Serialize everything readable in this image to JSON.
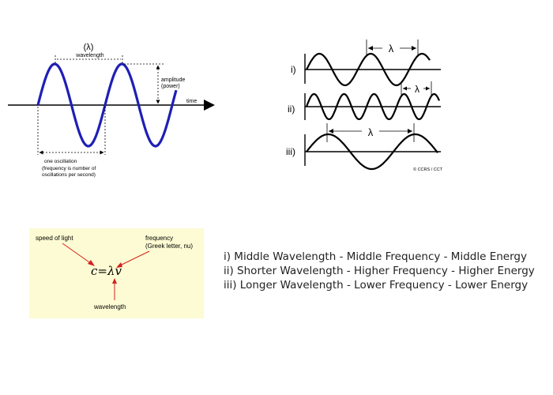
{
  "left_diagram": {
    "lambda_symbol": "(λ)",
    "wavelength_label": "wavelength",
    "amplitude_label_1": "amplitude",
    "amplitude_label_2": "(power)",
    "time_label": "time",
    "oscillation_label_1": "one oscillation",
    "oscillation_label_2": "(frequency is number of",
    "oscillation_label_3": "oscillations per second)",
    "wave_color": "#1f1fb5"
  },
  "right_diagram": {
    "row_labels": [
      "i)",
      "ii)",
      "iii)"
    ],
    "lambda_symbol": "λ",
    "copyright": "© CCRS / CCT"
  },
  "formula": {
    "speed_of_light": "speed of light",
    "frequency_1": "frequency",
    "frequency_2": "(Greek letter, nu)",
    "equation": "c=λv",
    "wavelength": "wavelength",
    "box_color": "#fdfbd3",
    "arrow_color": "#d42020"
  },
  "descriptions": [
    "i) Middle Wavelength - Middle Frequency - Middle Energy",
    "ii) Shorter Wavelength - Higher Frequency - Higher Energy",
    "iii) Longer Wavelength - Lower Frequency - Lower Energy"
  ]
}
